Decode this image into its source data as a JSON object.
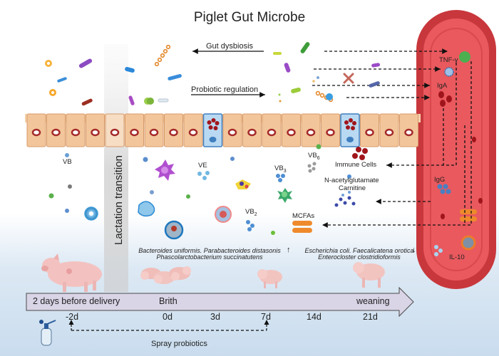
{
  "title": "Piglet Gut Microbe",
  "labels": {
    "gut_dysbiosis": "Gut dysbiosis",
    "probiotic_regulation": "Probiotic regulation",
    "lactation_transition": "Lactation transition",
    "immune_cells": "Immune Cells",
    "metabolite_1": "N-acetylglutamate",
    "metabolite_2": "Carnitine",
    "mcfas": "MCFAs",
    "vb": "VB",
    "ve": "VE",
    "vb3": "VB",
    "vb3_sub": "3",
    "vb6": "VB",
    "vb6_sub": "6",
    "vb2": "VB",
    "vb2_sub": "2"
  },
  "vessel": {
    "tnf": "TNF-γ",
    "iga": "IgA",
    "igg": "IgG",
    "il10": "IL-10"
  },
  "bacteria_increase": {
    "line1": "Bacteroides uniformis. Parabacteroides distasonis",
    "line2": "Phascolarctobacterium succinatutens",
    "arrow": "↑"
  },
  "bacteria_decrease": {
    "line1": "Escherichia coli. Faecalicatena orotica",
    "line2": "Enterocloster clostridioformis",
    "arrow": "↓"
  },
  "timeline": {
    "start_label": "2 days before delivery",
    "birth_label": "Brith",
    "weaning_label": "weaning",
    "ticks": [
      "-2d",
      "0d",
      "3d",
      "7d",
      "14d",
      "21d"
    ]
  },
  "spray_label": "Spray probiotics",
  "colors": {
    "vessel_outer": "#c8373c",
    "vessel_inner": "#e9595e",
    "cell_fill": "#f2c69a",
    "cell_nucleus": "#a52a2a",
    "timeline_fill": "#d9d4e6",
    "background_bottom": "#c9dcee"
  }
}
